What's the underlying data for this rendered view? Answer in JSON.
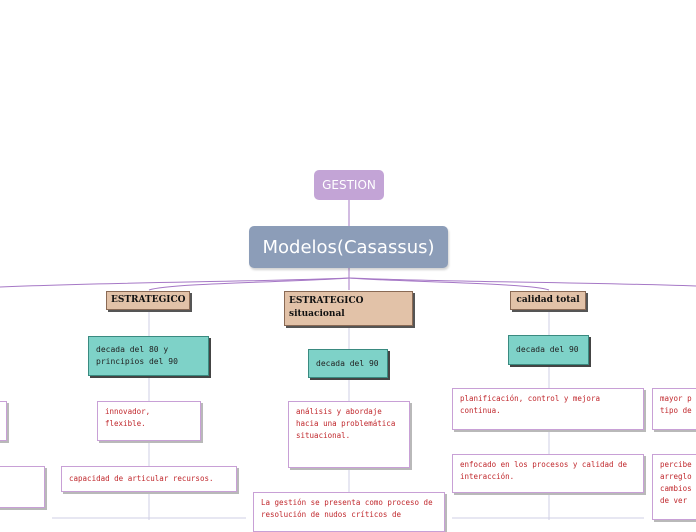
{
  "root": {
    "label": "GESTION"
  },
  "main": {
    "label": "Modelos(Casassus)"
  },
  "branches": [
    {
      "id": "estrategico",
      "title": "ESTRATEGICO",
      "period": "decada del 80 y principios del 90",
      "notes": [
        "innovador, flexible.",
        "capacidad de articular recursos."
      ]
    },
    {
      "id": "estrategico-situacional",
      "title": "ESTRATEGICO situacional",
      "period": "decada del 90",
      "notes": [
        "análisis y abordaje hacia una problemática situacional.",
        "La gestión se presenta como proceso de resolución de nudos críticos de"
      ]
    },
    {
      "id": "calidad-total",
      "title": "calidad total",
      "period": "decada del 90",
      "notes": [
        "planificación, control y mejora continua.",
        "enfocado en los procesos y calidad de interacción."
      ]
    },
    {
      "id": "partial-right",
      "notes": [
        "mayor p tipo de",
        "percibe arreglo cambios de ver"
      ]
    }
  ]
}
